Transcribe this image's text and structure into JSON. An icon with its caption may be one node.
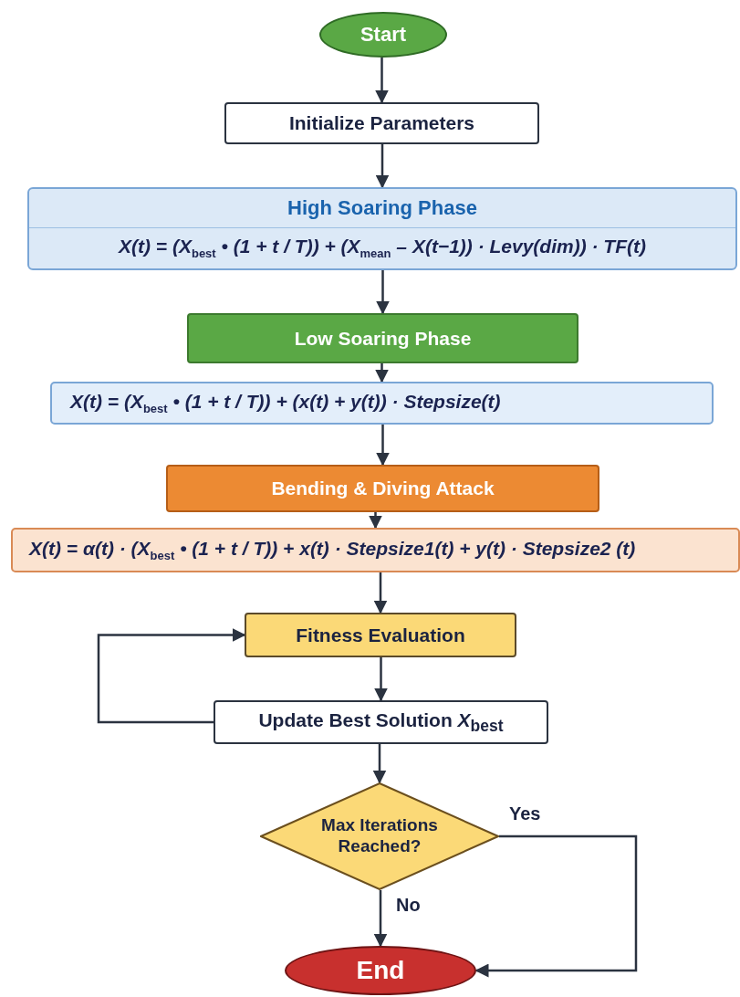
{
  "diagram": {
    "nodes": [
      {
        "text": [
          "Start"
        ]
      },
      {
        "text": [
          "Initialize Parameters"
        ]
      },
      {
        "text": [
          "High Soaring Phase",
          "X(t) = (X$_{best}$ • (1 + t / T)) + (X$_{mean}$ – X(t−1)) · Levy(dim)) · TF(t)"
        ]
      },
      {
        "text": [
          "Low Soaring Phase"
        ]
      },
      {
        "text": [
          "X(t) = (X$_{best}$ • (1 + t / T)) + (x(t) + y(t)) · Stepsize(t)"
        ]
      },
      {
        "text": [
          "Bending & Diving Attack"
        ]
      },
      {
        "text": [
          "X(t) = α(t) · (X$_{best}$ • (1 + t / T)) + x(t) · Stepsize1(t) + y(t) · Stepsize2 (t)"
        ]
      },
      {
        "text": [
          "Fitness Evaluation"
        ]
      },
      {
        "text": [
          "Update Best Solution *X*$_{best}$"
        ]
      },
      {
        "text": [
          "Max Iterations Reached?"
        ]
      },
      {
        "text": [
          "End"
        ]
      }
    ],
    "edges": [
      {
        "from": 0,
        "to": 1,
        "arrow": "to"
      },
      {
        "from": 1,
        "to": 2,
        "arrow": "to"
      },
      {
        "from": 2,
        "to": 3,
        "arrow": "to"
      },
      {
        "from": 3,
        "to": 4,
        "arrow": "to"
      },
      {
        "from": 4,
        "to": 5,
        "arrow": "to"
      },
      {
        "from": 5,
        "to": 6,
        "arrow": "to"
      },
      {
        "from": 6,
        "to": 7,
        "arrow": "to"
      },
      {
        "from": 7,
        "to": 8,
        "arrow": "to"
      },
      {
        "from": 8,
        "to": 7,
        "arrow": "to"
      },
      {
        "from": 8,
        "to": 9,
        "arrow": "to"
      },
      {
        "from": 9,
        "to": 10,
        "arrow": "to",
        "label": "No"
      },
      {
        "from": 9,
        "to": 10,
        "arrow": "to",
        "label": "Yes"
      }
    ]
  }
}
